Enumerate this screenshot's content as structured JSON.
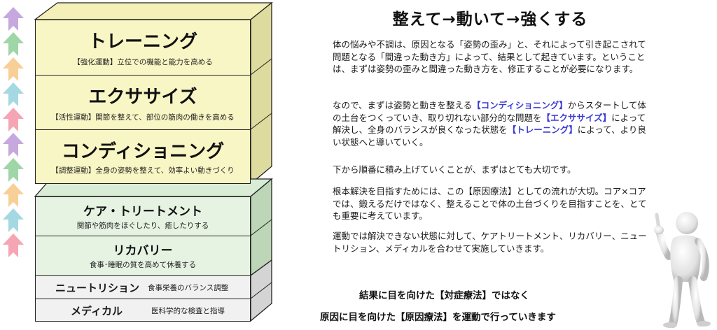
{
  "headline": "整えて→動いて→強くする",
  "pyramid": {
    "training": {
      "title": "トレーニング",
      "sub": "【強化運動】立位での機能と能力を高める"
    },
    "exercise": {
      "title": "エクササイズ",
      "sub": "【活性運動】関節を整えて、部位の筋肉の働きを高める"
    },
    "conditioning": {
      "title": "コンディショニング",
      "sub": "【調整運動】全身の姿勢を整えて、効率よい動きづくり"
    },
    "care": {
      "title": "ケア・トリートメント",
      "sub": "関節や筋肉をほぐしたり、癒したりする"
    },
    "recovery": {
      "title": "リカバリー",
      "sub": "食事･睡眠の質を高めて休養する"
    },
    "nutrition": {
      "title": "ニュートリション",
      "sub": "食事栄養のバランス調整"
    },
    "medical": {
      "title": "メディカル",
      "sub": "医科学的な検査と指導"
    }
  },
  "paragraphs": {
    "p1": "体の悩みや不調は、原因となる「姿勢の歪み」と、それによって引き起こされて問題となる「間違った動き方」によって、結果として起きています。ということは、まずは姿勢の歪みと間違った動き方を、修正することが必要になります。",
    "p2_a": "なので、まずは姿勢と動きを整える",
    "p2_hl1": "【コンディショニング】",
    "p2_b": "からスタートして体の土台をつくっていき、取り切れない部分的な問題を",
    "p2_hl2": "【エクササイズ】",
    "p2_c": "によって解決し、全身のバランスが良くなった状態を",
    "p2_hl3": "【トレーニング】",
    "p2_d": "によって、より良い状態へと導いていく。",
    "p3": "下から順番に積み上げていくことが、まずはとても大切です。",
    "p4": "根本解決を目指すためには、この【原因療法】としての流れが大切。コア×コアでは、鍛えるだけではなく、整えることで体の土台づくりを目指すことを、とても重要に考えています。",
    "p5": "運動では解決できない状態に対して、ケアトリートメント、リカバリー、ニュートリション、メディカルを合わせて実施していきます。"
  },
  "conclusion": {
    "line1": "結果に目を向けた【対症療法】ではなく",
    "line2": "原因に目を向けた【原因療法】を運動で行っていきます"
  },
  "colors": {
    "yellow": "#f9f6c5",
    "green": "#e6f3e3",
    "gray": "#f1f1f1",
    "highlight": "#3b3bd4",
    "arrows": [
      "#c6a8df",
      "#9fd6a8",
      "#f8cf97",
      "#a4d9e3",
      "#f5a5b3",
      "#c6a8df",
      "#9fd6a8",
      "#f8cf97",
      "#a4d9e3",
      "#f5a5b3"
    ]
  }
}
